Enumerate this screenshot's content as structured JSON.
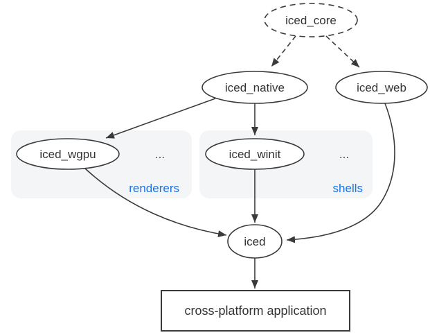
{
  "diagram": {
    "nodes": {
      "iced_core": {
        "label": "iced_core"
      },
      "iced_native": {
        "label": "iced_native"
      },
      "iced_web": {
        "label": "iced_web"
      },
      "iced_wgpu": {
        "label": "iced_wgpu"
      },
      "iced_winit": {
        "label": "iced_winit"
      },
      "iced": {
        "label": "iced"
      },
      "app": {
        "label": "cross-platform application"
      }
    },
    "groups": {
      "renderers": {
        "label": "renderers",
        "ellipsis": "..."
      },
      "shells": {
        "label": "shells",
        "ellipsis": "..."
      }
    }
  },
  "colors": {
    "accent": "#1a73e8",
    "line": "#3a3a3a",
    "text": "#333333",
    "group-bg": "#f4f5f7",
    "node-fill": "#ffffff",
    "background": "#ffffff"
  }
}
